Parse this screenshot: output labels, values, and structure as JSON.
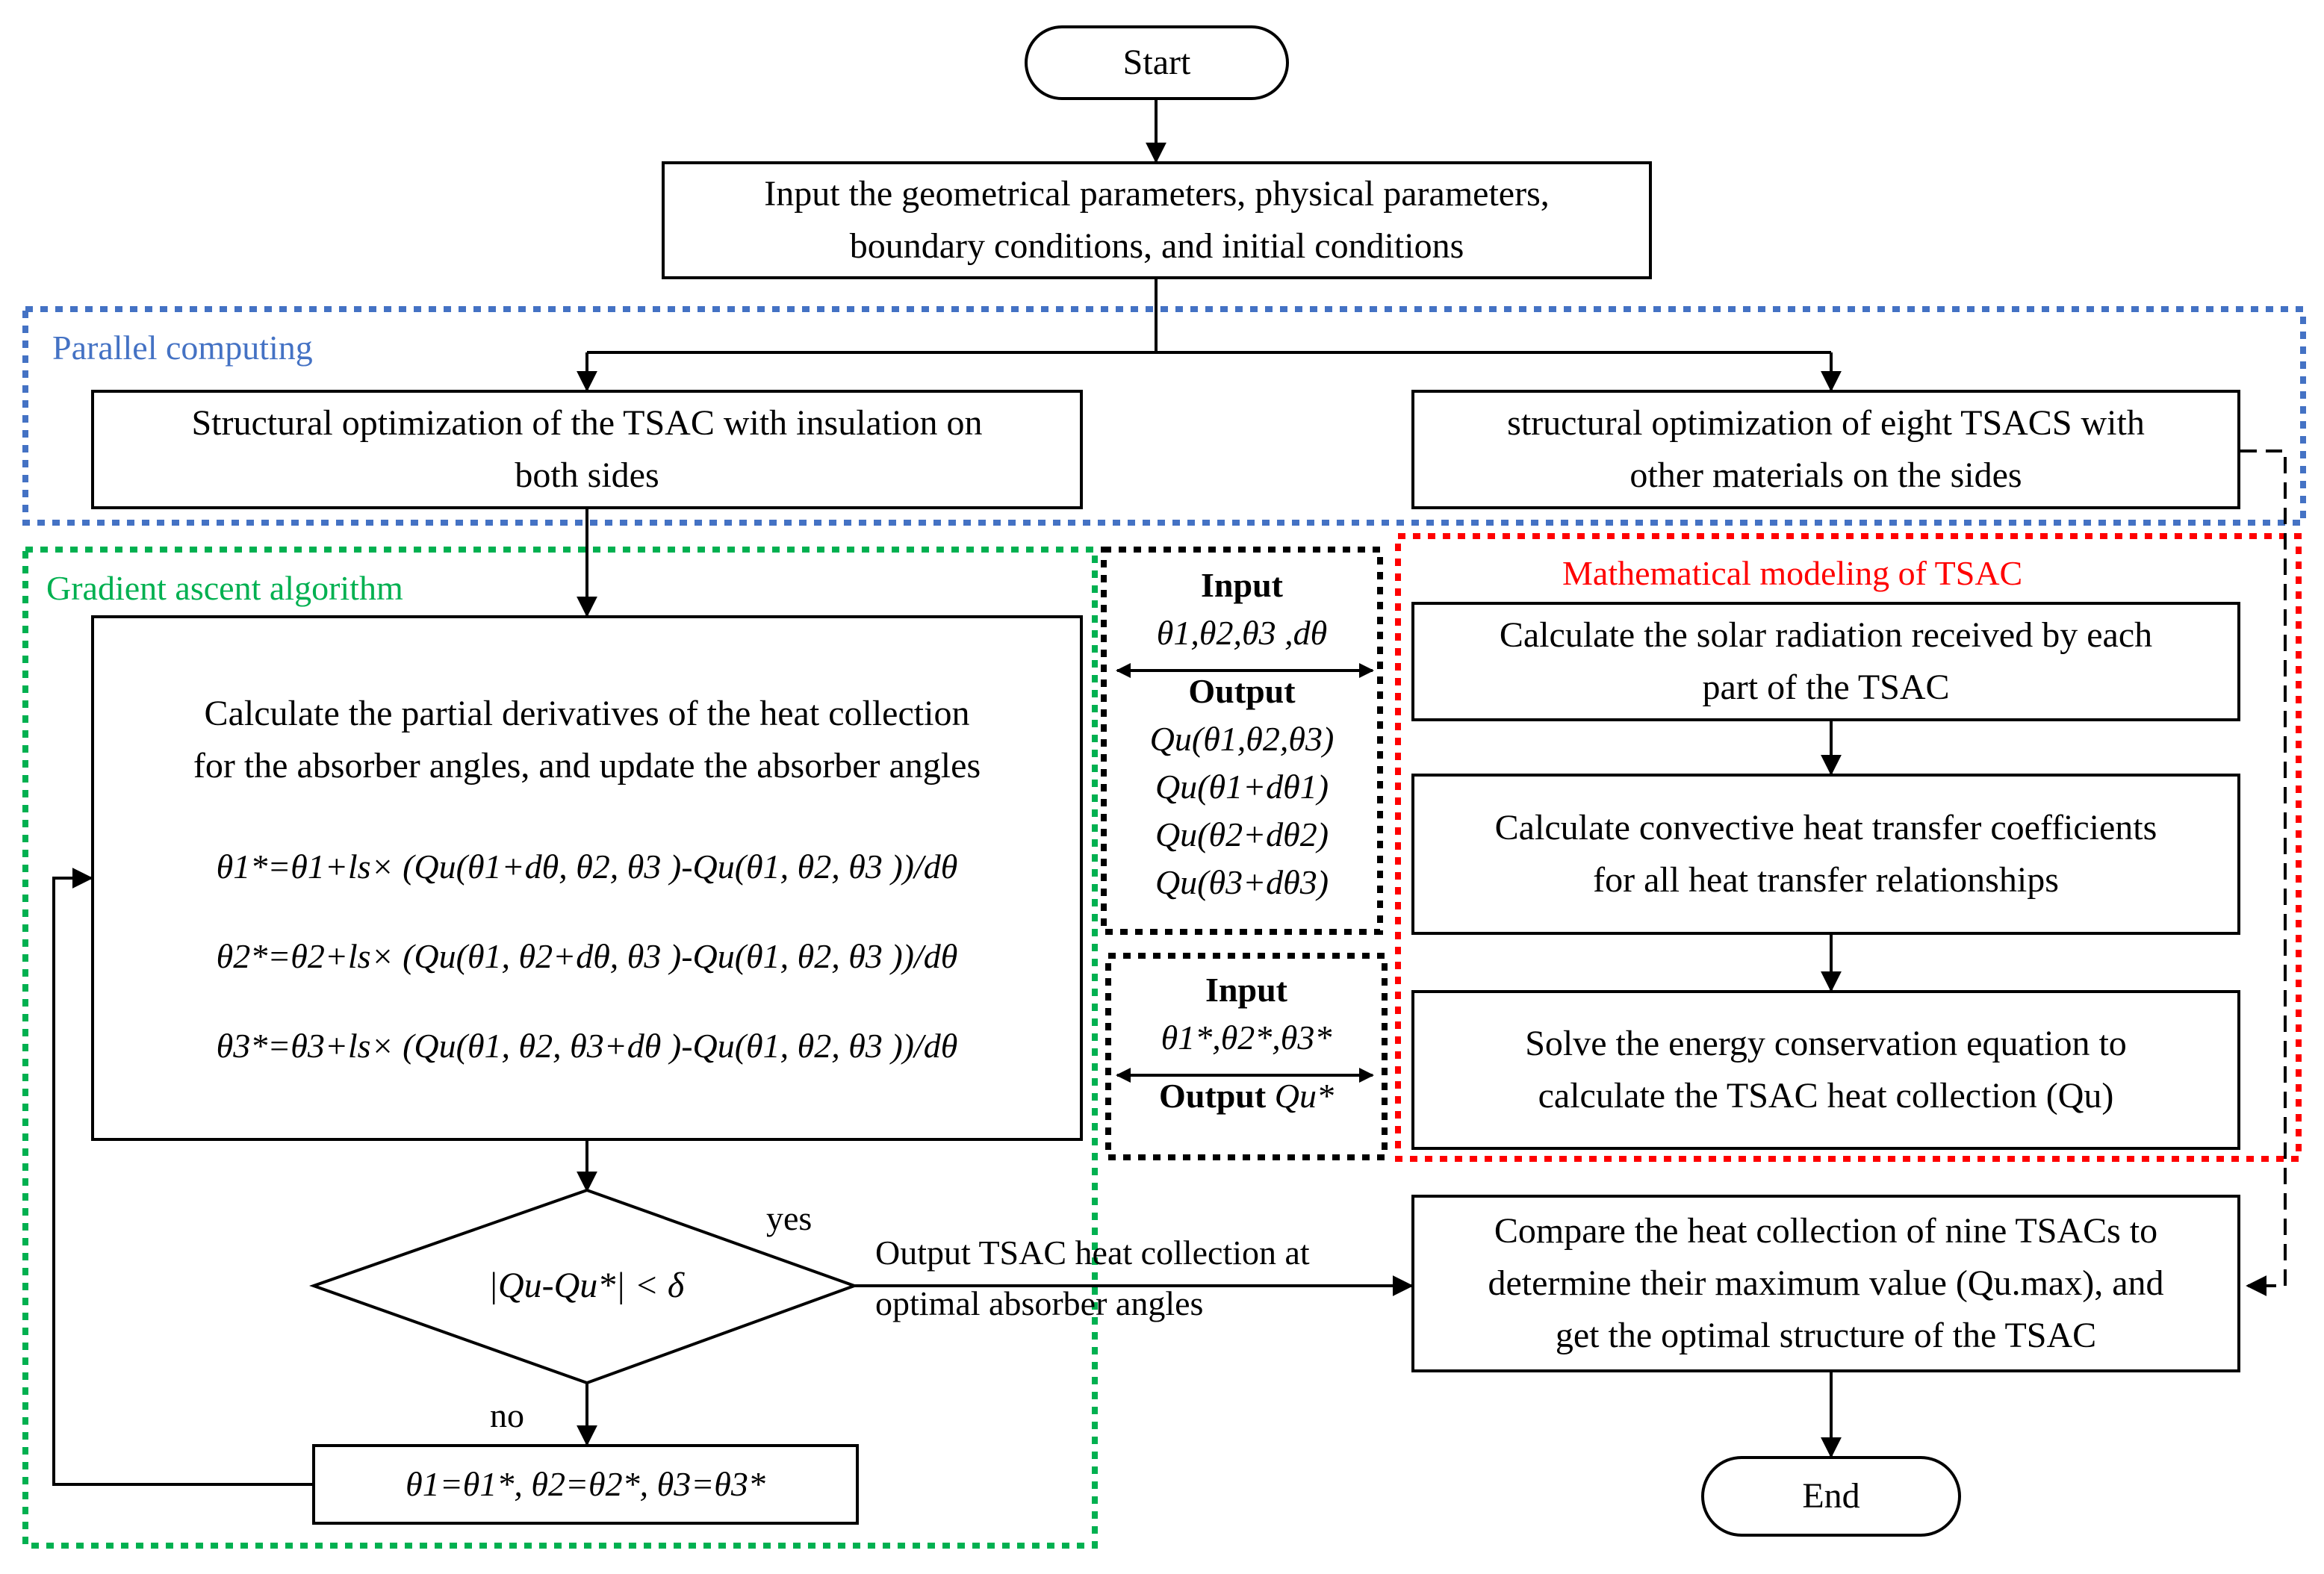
{
  "nodes": {
    "start": "Start",
    "input_params": [
      "Input the geometrical parameters, physical parameters,",
      "boundary conditions, and initial conditions"
    ],
    "opt_insulation": [
      "Structural optimization of the TSAC with insulation on",
      "both sides"
    ],
    "opt_eight": [
      "structural optimization of eight TSACS with",
      "other materials on the sides"
    ],
    "calc_partial": [
      "Calculate the partial derivatives of the heat collection",
      "for the absorber angles, and update the absorber angles"
    ],
    "update_eqs": [
      "θ1*=θ1+ls× (Qu(θ1+dθ, θ2, θ3 )-Qu(θ1, θ2, θ3 ))/dθ",
      "θ2*=θ2+ls× (Qu(θ1, θ2+dθ, θ3 )-Qu(θ1, θ2, θ3 ))/dθ",
      "θ3*=θ3+ls× (Qu(θ1, θ2, θ3+dθ )-Qu(θ1, θ2, θ3 ))/dθ"
    ],
    "decision": "|Qu-Qu*| < δ",
    "assign": "θ1=θ1*, θ2=θ2*, θ3=θ3*",
    "solar": [
      "Calculate the solar radiation received by each",
      "part of the TSAC"
    ],
    "convective": [
      "Calculate convective heat transfer coefficients",
      "for all heat transfer relationships"
    ],
    "energy": [
      "Solve the energy conservation equation to",
      "calculate the TSAC heat collection (Qu)"
    ],
    "compare": [
      "Compare the heat collection of nine TSACs to",
      "determine their maximum value (Qu.max),  and",
      "get the optimal structure of the TSAC"
    ],
    "end": "End"
  },
  "regions": {
    "parallel": "Parallel computing",
    "gradient": "Gradient ascent algorithm",
    "mathematical": "Mathematical modeling of TSAC"
  },
  "io_block_1": {
    "input_title": "Input",
    "input_vars": "θ1,θ2,θ3 ,dθ",
    "output_title": "Output",
    "output_vars": [
      "Qu(θ1,θ2,θ3)",
      "Qu(θ1+dθ1)",
      "Qu(θ2+dθ2)",
      "Qu(θ3+dθ3)"
    ]
  },
  "io_block_2": {
    "input_title": "Input",
    "input_vars": "θ1*,θ2*,θ3*",
    "output_title": "Output",
    "output_var": "Qu*"
  },
  "edge_labels": {
    "yes": "yes",
    "no": "no",
    "output_line": [
      "Output TSAC heat collection at",
      "optimal absorber angles"
    ]
  },
  "colors": {
    "parallel": "#4472C4",
    "gradient": "#00B050",
    "mathematical": "#FF0000",
    "stroke": "#000000"
  }
}
